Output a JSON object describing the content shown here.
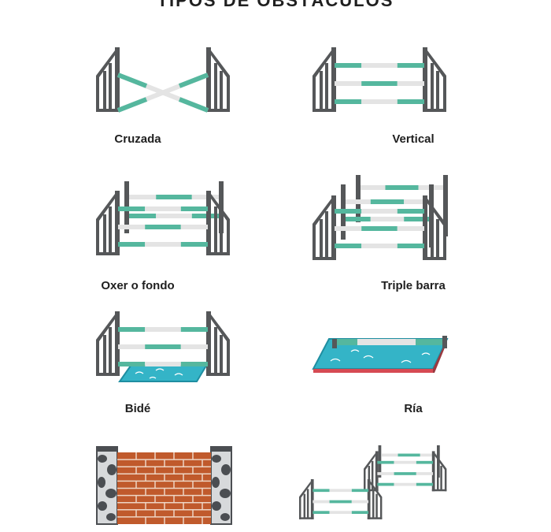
{
  "title": "TIPOS DE OBSTÁCULOS",
  "colors": {
    "post": "#555759",
    "rail_teal": "#55b79e",
    "rail_white": "#e4e4e4",
    "water": "#34b4c7",
    "water_border": "#1f8ea1",
    "ria_red": "#d64a53",
    "brick": "#c05a2c",
    "mortar": "#eed5c4",
    "stone": "#4b4e52",
    "stone_fill": "#d7d9db"
  },
  "obstacles": [
    {
      "label": "Cruzada",
      "icon": "crossed-poles-icon"
    },
    {
      "label": "Vertical",
      "icon": "vertical-fence-icon"
    },
    {
      "label": "Oxer o fondo",
      "icon": "oxer-icon"
    },
    {
      "label": "Triple barra",
      "icon": "triple-bar-icon"
    },
    {
      "label": "Bidé",
      "icon": "bide-icon"
    },
    {
      "label": "Ría",
      "icon": "ria-water-icon"
    },
    {
      "label": "",
      "icon": "wall-icon"
    },
    {
      "label": "",
      "icon": "combination-icon"
    }
  ]
}
